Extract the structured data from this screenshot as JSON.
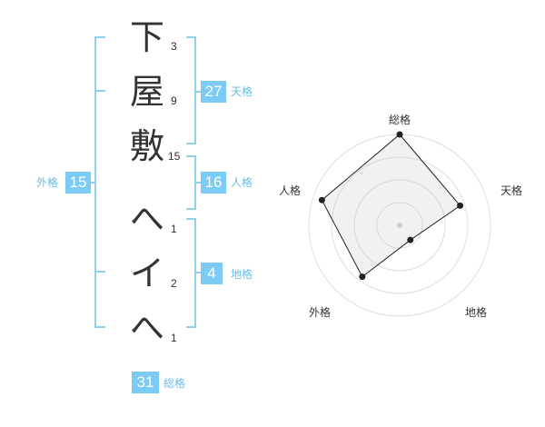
{
  "characters": [
    {
      "char": "下",
      "strokes": "3"
    },
    {
      "char": "屋",
      "strokes": "9"
    },
    {
      "char": "敷",
      "strokes": "15"
    },
    {
      "char": "へ",
      "strokes": "1"
    },
    {
      "char": "イ",
      "strokes": "2"
    },
    {
      "char": "へ",
      "strokes": "1"
    }
  ],
  "kakusu": {
    "tenkaku": {
      "value": "27",
      "label": "天格"
    },
    "jinkaku": {
      "value": "16",
      "label": "人格"
    },
    "chikaku": {
      "value": "4",
      "label": "地格"
    },
    "gaikaku": {
      "value": "15",
      "label": "外格"
    },
    "soukaku": {
      "value": "31",
      "label": "総格"
    }
  },
  "radar": {
    "axes": [
      "総格",
      "天格",
      "地格",
      "外格",
      "人格"
    ],
    "values": [
      1.0,
      0.7,
      0.2,
      0.7,
      0.9
    ],
    "max": 1.0,
    "rings": 4
  },
  "colors": {
    "accent": "#7ccbf4",
    "bracket": "#8fd0f2",
    "label": "#68bde8",
    "text": "#333333"
  }
}
